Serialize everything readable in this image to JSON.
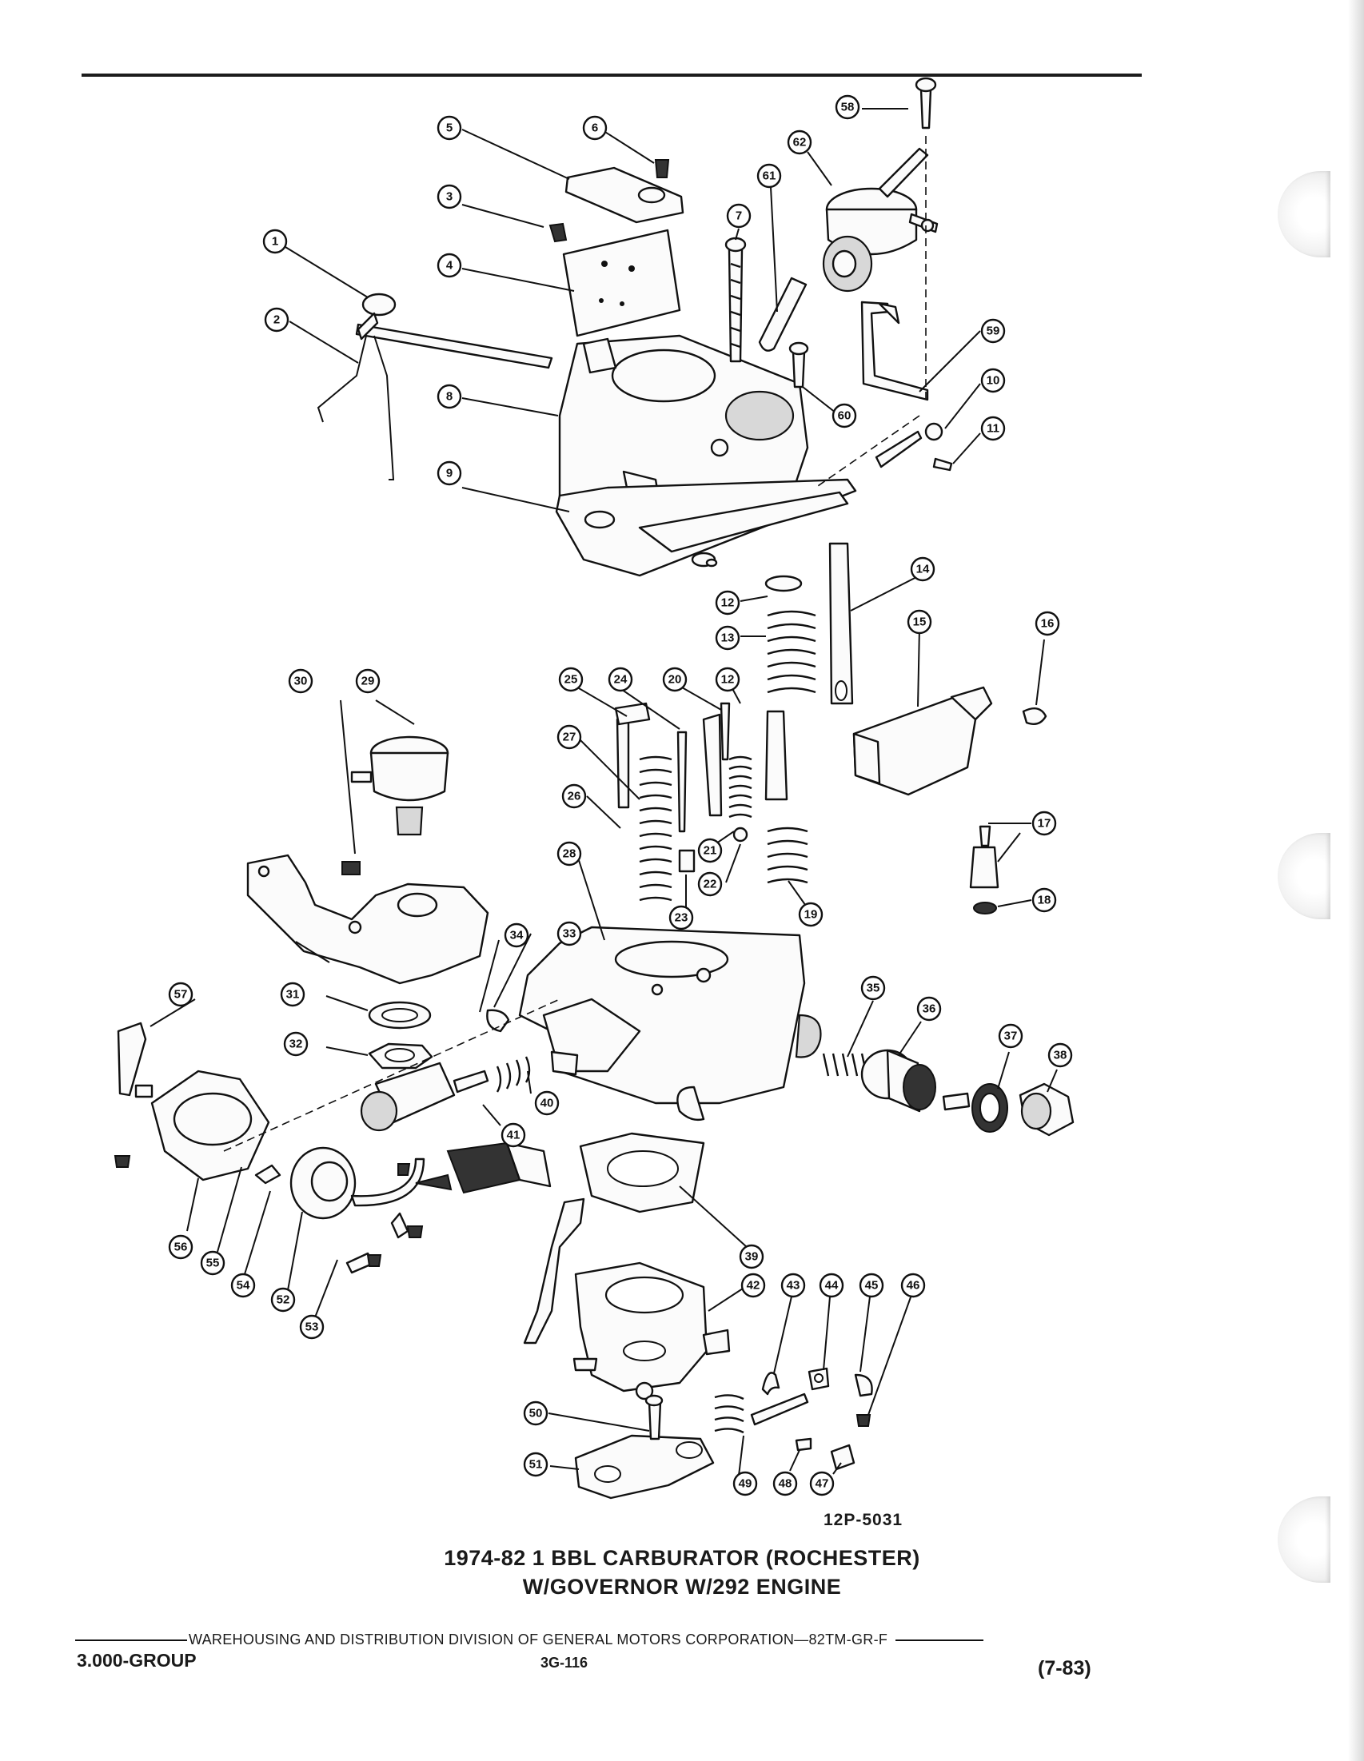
{
  "figure_code": "12P-5031",
  "caption": {
    "line1": "1974-82 1 BBL CARBURATOR (ROCHESTER)",
    "line2": "W/GOVERNOR W/292 ENGINE"
  },
  "footer": {
    "division": "WAREHOUSING AND DISTRIBUTION  DIVISION OF GENERAL MOTORS CORPORATION—82TM-GR-F",
    "group": "3.000-GROUP",
    "page": "3G-116",
    "date": "(7-83)"
  },
  "callouts": [
    "1",
    "2",
    "3",
    "4",
    "5",
    "6",
    "7",
    "8",
    "9",
    "10",
    "11",
    "12",
    "12",
    "13",
    "14",
    "15",
    "16",
    "17",
    "18",
    "19",
    "20",
    "21",
    "22",
    "23",
    "24",
    "25",
    "26",
    "27",
    "28",
    "29",
    "30",
    "31",
    "32",
    "33",
    "34",
    "35",
    "36",
    "37",
    "38",
    "39",
    "40",
    "41",
    "42",
    "43",
    "44",
    "45",
    "46",
    "47",
    "48",
    "49",
    "50",
    "51",
    "52",
    "53",
    "54",
    "55",
    "56",
    "57",
    "58",
    "59",
    "60",
    "61",
    "62"
  ]
}
